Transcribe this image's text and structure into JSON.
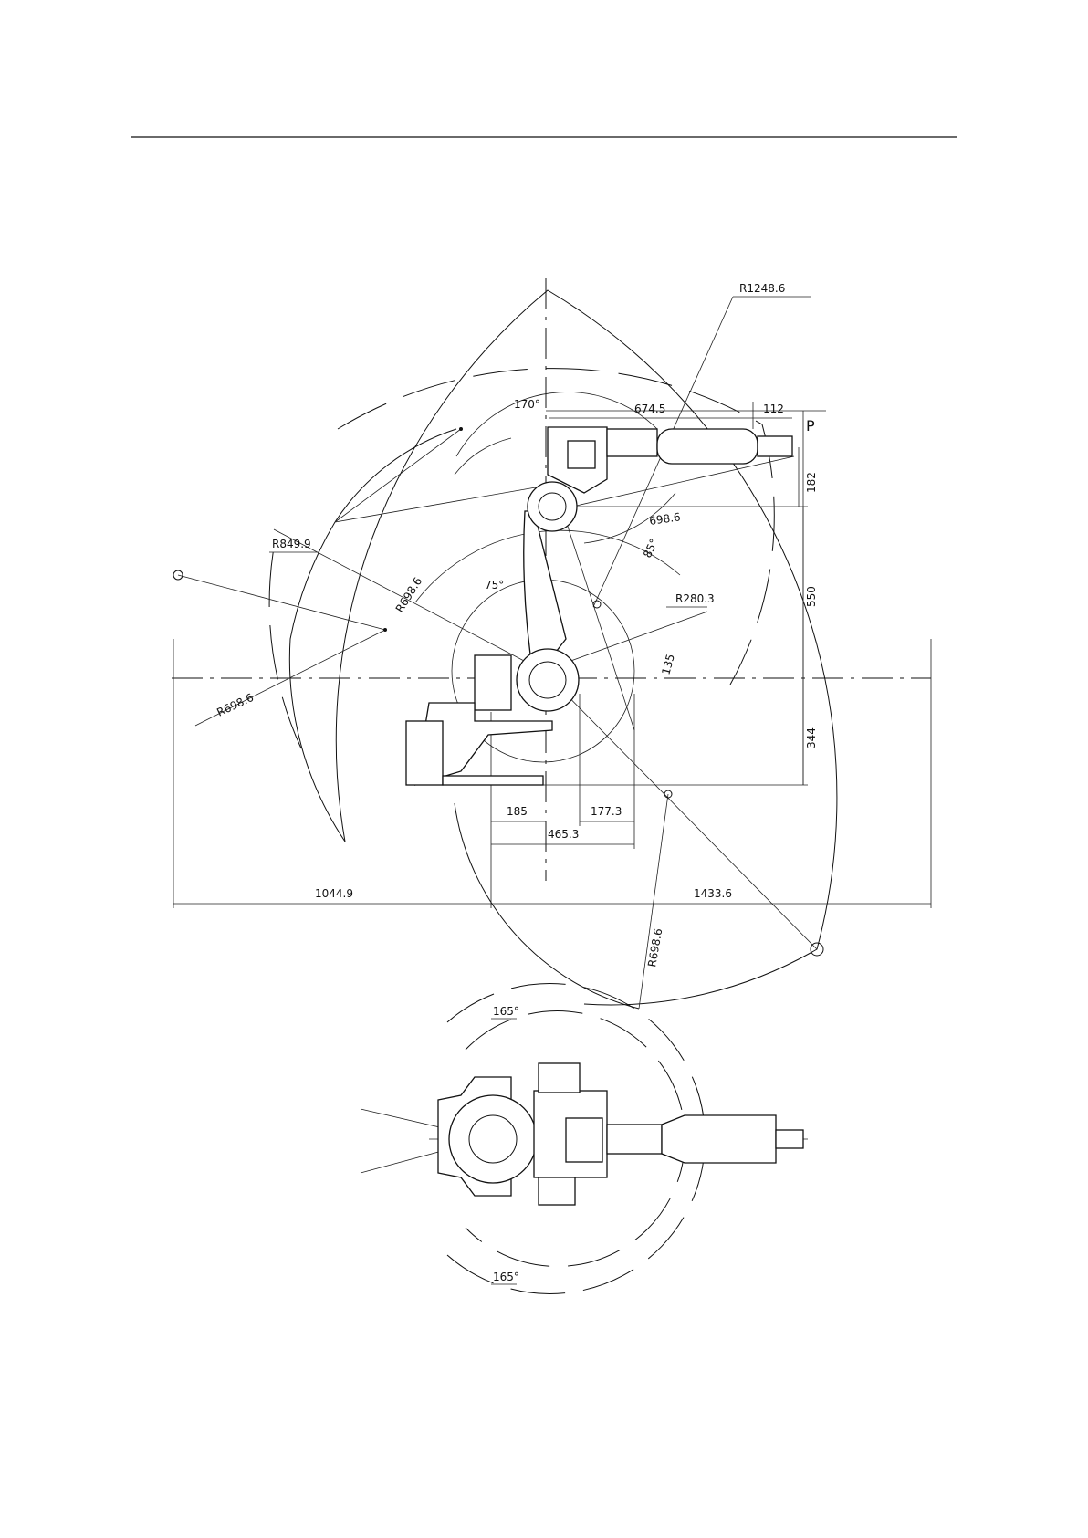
{
  "labels": {
    "r1248": "R1248.6",
    "d674": "674.5",
    "d112": "112",
    "p_mark": "P",
    "a170": "170°",
    "d182": "182",
    "d698_arm": "698.6",
    "a85": "85°",
    "r849": "R849.9",
    "r698_upper": "R698.6",
    "a75": "75°",
    "r280": "R280.3",
    "d550": "550",
    "d135": "135",
    "r698_left": "R698.6",
    "d344": "344",
    "d185": "185",
    "d177": "177.3",
    "d465": "465.3",
    "d1044": "1044.9",
    "d1433": "1433.6",
    "r698_lower": "R698.6",
    "a165_top": "165°",
    "a165_bottom": "165°"
  }
}
